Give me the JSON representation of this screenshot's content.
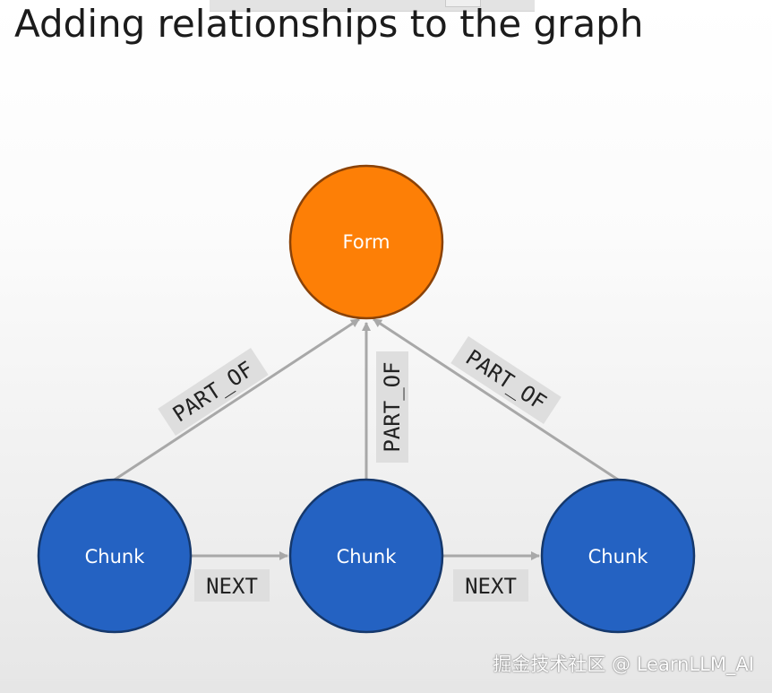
{
  "slide": {
    "title": "Adding relationships to the graph"
  },
  "nodes": {
    "form": {
      "label": "Form",
      "color": "#fd7f06",
      "stroke": "#8a4208"
    },
    "chunk1": {
      "label": "Chunk",
      "color": "#2462c2",
      "stroke": "#15386c"
    },
    "chunk2": {
      "label": "Chunk",
      "color": "#2462c2",
      "stroke": "#15386c"
    },
    "chunk3": {
      "label": "Chunk",
      "color": "#2462c2",
      "stroke": "#15386c"
    }
  },
  "relationships": {
    "part_of_left": "PART_OF",
    "part_of_middle": "PART_OF",
    "part_of_right": "PART_OF",
    "next_1": "NEXT",
    "next_2": "NEXT"
  },
  "colors": {
    "edge": "#a8a8a8",
    "label_bg": "#dedede"
  },
  "watermark": "掘金技术社区 @ LearnLLM_AI"
}
